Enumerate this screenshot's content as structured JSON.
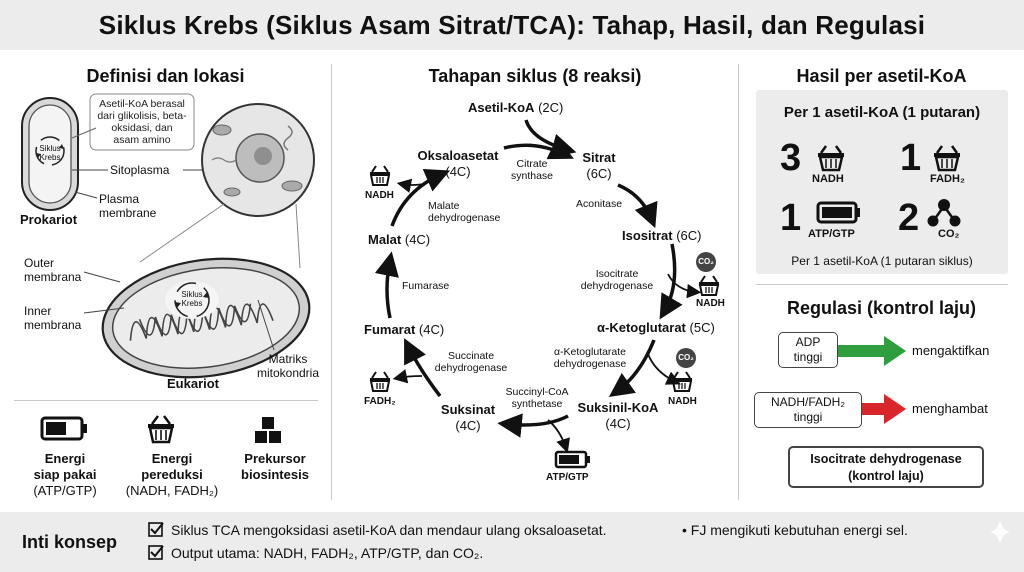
{
  "title": "Siklus Krebs (Siklus Asam Sitrat/TCA): Tahap, Hasil, dan Regulasi",
  "left": {
    "heading": "Definisi dan lokasi",
    "callout": [
      "Asetil-KoA berasal",
      "dari glikolisis, beta-",
      "oksidasi, dan",
      "asam amino"
    ],
    "sitoplasma": "Sitoplasma",
    "plasma_membrane": [
      "Plasma",
      "membrane"
    ],
    "prokariot": "Prokariot",
    "cycle_label": [
      "Siklus",
      "Krebs"
    ],
    "outer": [
      "Outer",
      "membrana"
    ],
    "inner": [
      "Inner",
      "membrana"
    ],
    "matriks": [
      "Matriks",
      "mitokondria"
    ],
    "eukariot": "Eukariot",
    "energy_items": [
      {
        "icon": "battery-icon",
        "lines": [
          "Energi",
          "siap pakai",
          "(ATP/GTP)"
        ]
      },
      {
        "icon": "basket-icon",
        "lines": [
          "Energi",
          "pereduksi",
          "(NADH, FADH₂)"
        ]
      },
      {
        "icon": "blocks-icon",
        "lines": [
          "Prekursor",
          "biosintesis"
        ]
      }
    ]
  },
  "middle": {
    "heading": "Tahapan siklus (8 reaksi)",
    "metabolites": {
      "asetil": {
        "name": "Asetil-KoA",
        "carbon": "(2C)"
      },
      "sitrat": {
        "name": "Sitrat",
        "carbon": "(6C)"
      },
      "isositrat": {
        "name": "Isositrat",
        "carbon": "(6C)"
      },
      "ketoglutarat": {
        "name": "α-Ketoglutarat",
        "carbon": "(5C)"
      },
      "suksinil": {
        "name": "Suksinil-KoA",
        "carbon": "(4C)"
      },
      "suksinat": {
        "name": "Suksinat",
        "carbon": "(4C)"
      },
      "fumarat": {
        "name": "Fumarat",
        "carbon": "(4C)"
      },
      "malat": {
        "name": "Malat",
        "carbon": "(4C)"
      },
      "oksaloasetat": {
        "name": "Oksaloasetat",
        "carbon": "(4C)"
      }
    },
    "enzymes": {
      "citrate": [
        "Citrate",
        "synthase"
      ],
      "aconitase": [
        "Aconitase"
      ],
      "isocitrate": [
        "Isocitrate",
        "dehydrogenase"
      ],
      "akg": [
        "α-Ketoglutarate",
        "dehydrogenase"
      ],
      "succinylcoa": [
        "Succinyl-CoA",
        "synthetase"
      ],
      "succinate": [
        "Succinate",
        "dehydrogenase"
      ],
      "fumarase": [
        "Fumarase"
      ],
      "malate": [
        "Malate",
        "dehydrogenase"
      ]
    },
    "products": {
      "nadh": "NADH",
      "fadh2": "FADH₂",
      "co2": "CO₂",
      "atp_gtp": "ATP/GTP"
    }
  },
  "right": {
    "heading": "Hasil per asetil-KoA",
    "box_title": "Per 1 asetil-KoA (1 putaran)",
    "yields": [
      {
        "count": "3",
        "label": "NADH",
        "icon": "basket-icon"
      },
      {
        "count": "1",
        "label": "FADH₂",
        "icon": "basket-icon"
      },
      {
        "count": "1",
        "label": "ATP/GTP",
        "icon": "battery-icon"
      },
      {
        "count": "2",
        "label": "CO₂",
        "icon": "molecule-icon"
      }
    ],
    "box_footer": "Per 1 asetil-KoA (1 putaran siklus)",
    "reg_heading": "Regulasi (kontrol laju)",
    "activator": {
      "box": [
        "ADP",
        "tinggi"
      ],
      "effect": "mengaktifkan",
      "color": "#2e9e3e"
    },
    "inhibitor": {
      "box": [
        "NADH/FADH₂",
        "tinggi"
      ],
      "effect": "menghambat",
      "color": "#d8262b"
    },
    "control": [
      "Isocitrate dehydrogenase",
      "(kontrol laju)"
    ]
  },
  "footer": {
    "label": "Inti konsep",
    "point1": "Siklus TCA mengoksidasi asetil-KoA dan mendaur ulang oksaloasetat.",
    "point1b": "• FJ mengikuti kebutuhan energi sel.",
    "point2": "Output utama: NADH, FADH₂, ATP/GTP, dan CO₂."
  }
}
